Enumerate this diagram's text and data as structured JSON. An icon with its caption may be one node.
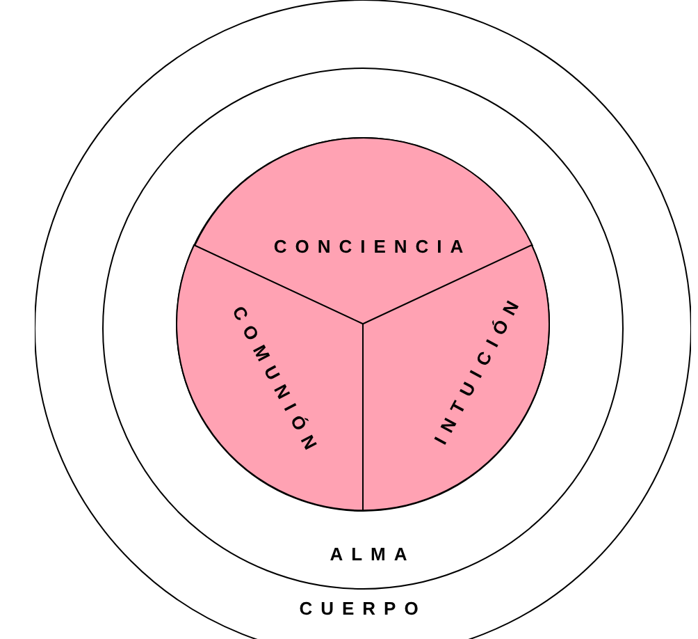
{
  "diagram": {
    "nodes": [
      {
        "text": [
          "CUERPO"
        ]
      },
      {
        "text": [
          "ALMA"
        ],
        "in": 0
      },
      {
        "text": [],
        "shape": "circle",
        "in": 1
      },
      {
        "text": [
          "CONCIENCIA"
        ],
        "in": 2
      },
      {
        "text": [
          "COMUNIÓN"
        ],
        "in": 2
      },
      {
        "text": [
          "INTUICIÓN"
        ],
        "in": 2
      }
    ]
  }
}
